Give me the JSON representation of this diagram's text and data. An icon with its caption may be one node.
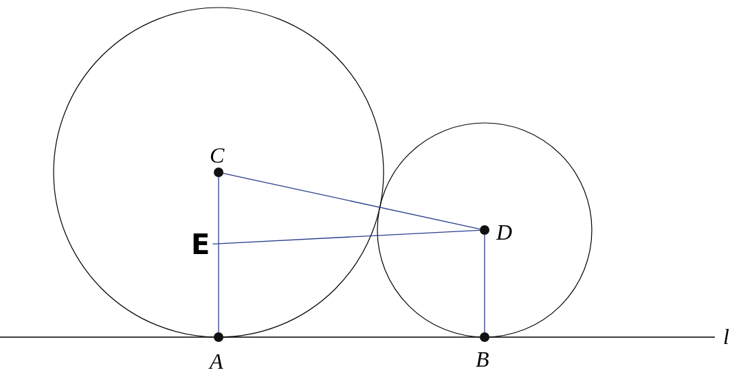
{
  "diagram": {
    "nodes": [
      {
        "text": [],
        "shape": "circle",
        "beside": [
          "C"
        ]
      },
      {
        "text": [],
        "shape": "circle",
        "beside": [
          "D"
        ]
      },
      {
        "text": [],
        "shape": "circle",
        "beside": [
          "A"
        ]
      },
      {
        "text": [],
        "shape": "circle",
        "beside": [
          "B"
        ]
      },
      {
        "text": [
          "E"
        ]
      }
    ],
    "edges": [
      {
        "from": 0,
        "to": 2,
        "arrow": "none"
      },
      {
        "from": 0,
        "to": 1,
        "arrow": "none"
      },
      {
        "from": 4,
        "to": 1,
        "arrow": "none"
      },
      {
        "from": 1,
        "to": 3,
        "arrow": "none"
      }
    ],
    "labels": [
      "l"
    ]
  }
}
